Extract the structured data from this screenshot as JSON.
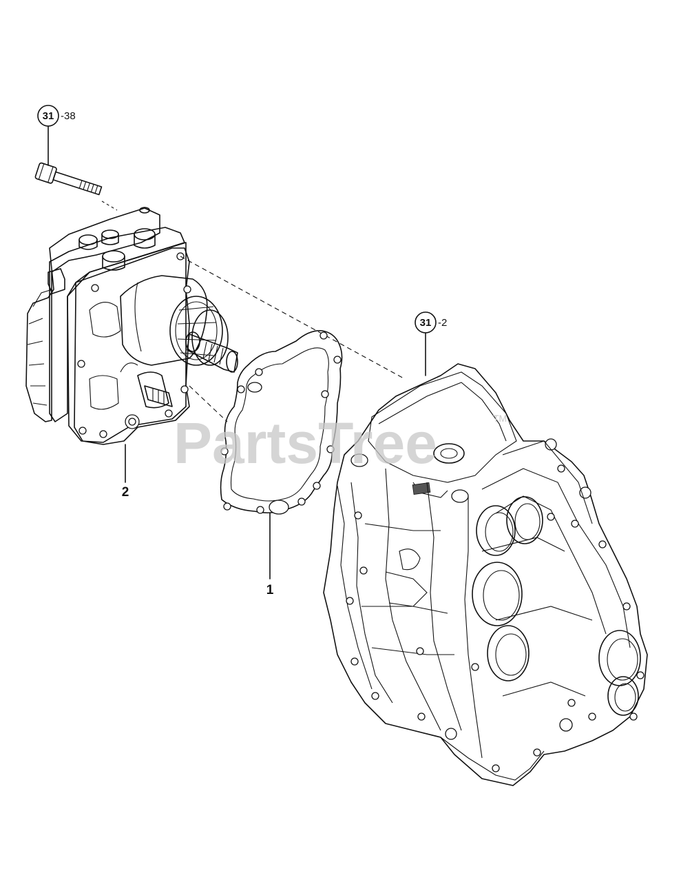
{
  "callouts": {
    "bolt_ref_group": "31",
    "bolt_ref_item": "-38",
    "case_ref_group": "31",
    "case_ref_item": "-2",
    "part_1": "1",
    "part_2": "2"
  },
  "watermark": {
    "text": "PartsTree",
    "trademark": "TM"
  }
}
